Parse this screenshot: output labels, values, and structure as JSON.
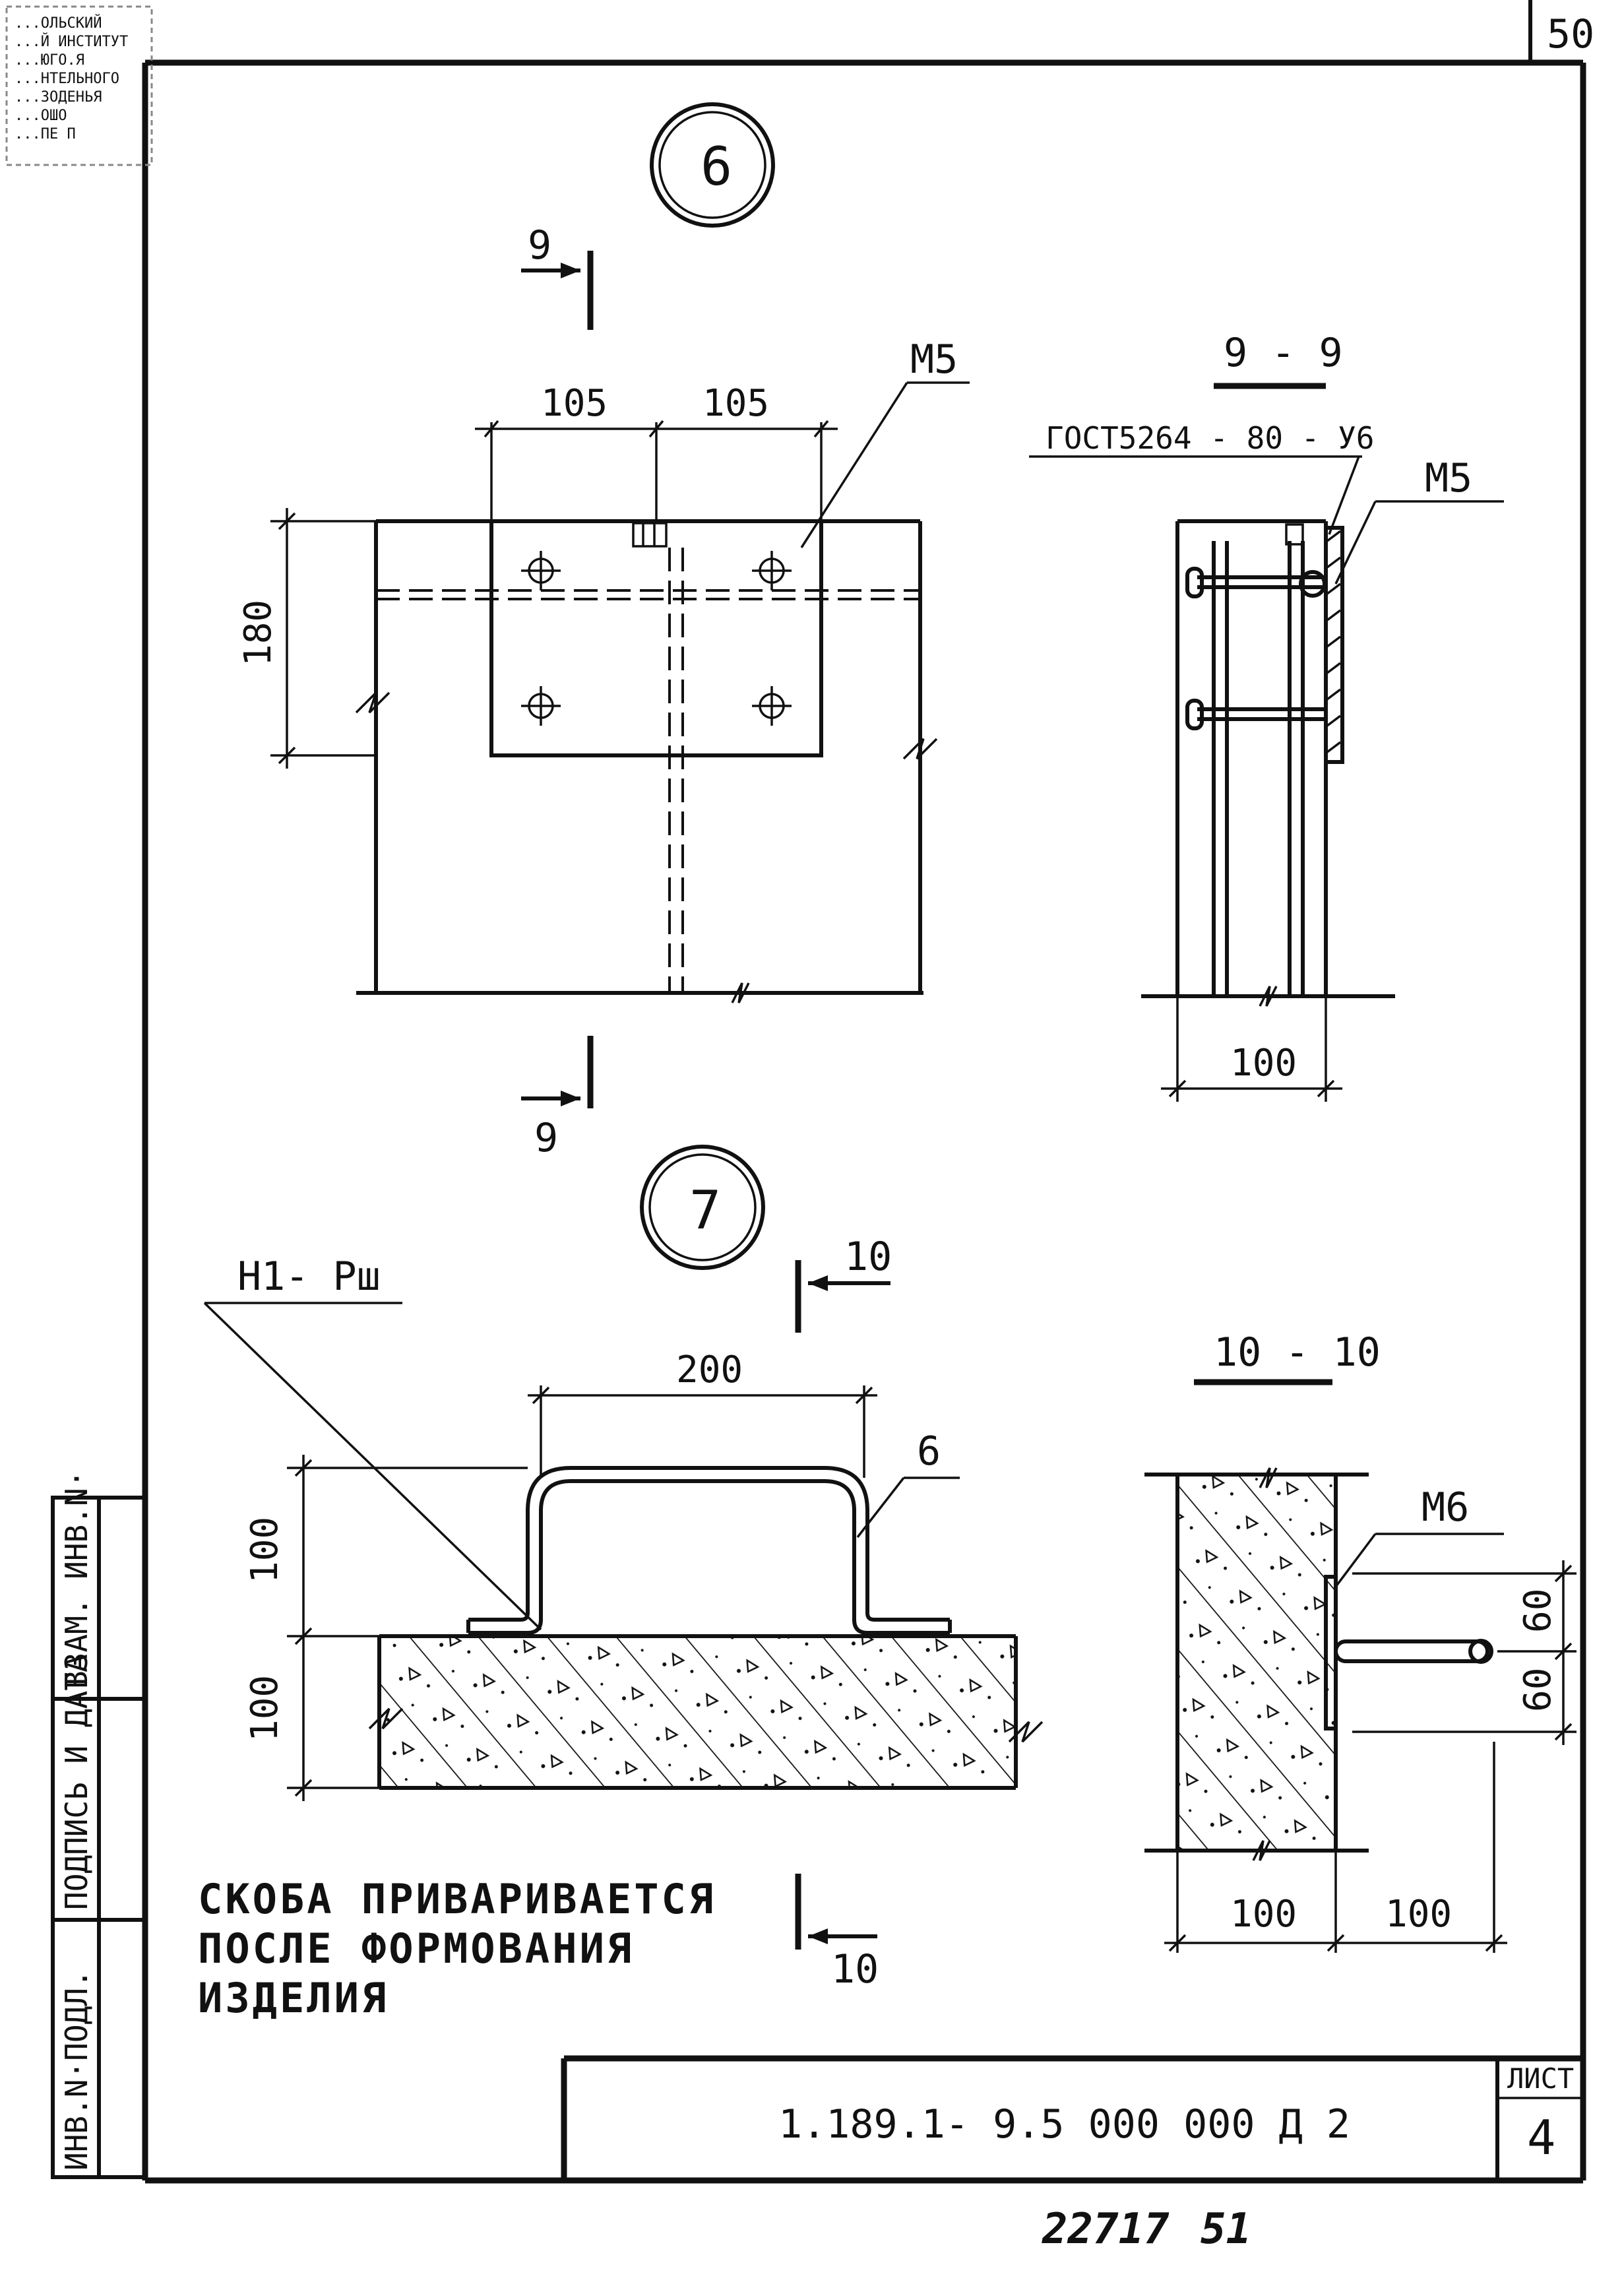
{
  "page_number": "50",
  "stamp_text": [
    "...ОЛЬСКИЙ",
    "...Й ИНСТИТУТ",
    "...ЮГО.Я",
    "...НТЕЛЬНОГО",
    "...ЗОДЕНЬЯ",
    "...ОШО",
    "...ПЕ П"
  ],
  "side_stamp": {
    "cells": [
      "ИНВ.N·ПОДЛ.",
      "ПОДПИСЬ И ДАТА",
      "ВЗАМ. ИНВ.N·"
    ]
  },
  "title_block": {
    "designation": "1.189.1- 9.5  000 000 Д 2",
    "sheet_label": "ЛИСТ",
    "sheet_number": "4"
  },
  "bottom_numbers": {
    "order": "22717",
    "page": "51"
  },
  "node6": {
    "number": "6",
    "cut_mark": "9",
    "dim_105_left": "105",
    "dim_105_right": "105",
    "dim_180": "180",
    "part_label": "М5"
  },
  "section_9_9": {
    "title": "9 - 9",
    "gost": "ГОСТ5264 - 80 - У6",
    "part_label": "М5",
    "dim_width": "100"
  },
  "node7": {
    "number": "7",
    "cut_mark": "10",
    "weld_label": "Н1- Рш",
    "dim_200": "200",
    "dim_100_top": "100",
    "dim_100_bottom": "100",
    "part_label": "6",
    "note_lines": [
      "СКОБА ПРИВАРИВАЕТСЯ",
      "ПОСЛЕ ФОРМОВАНИЯ",
      "ИЗДЕЛИЯ"
    ]
  },
  "section_10_10": {
    "title": "10 - 10",
    "part_label": "М6",
    "dim_60_top": "60",
    "dim_60_bottom": "60",
    "dim_100_left": "100",
    "dim_100_right": "100"
  }
}
